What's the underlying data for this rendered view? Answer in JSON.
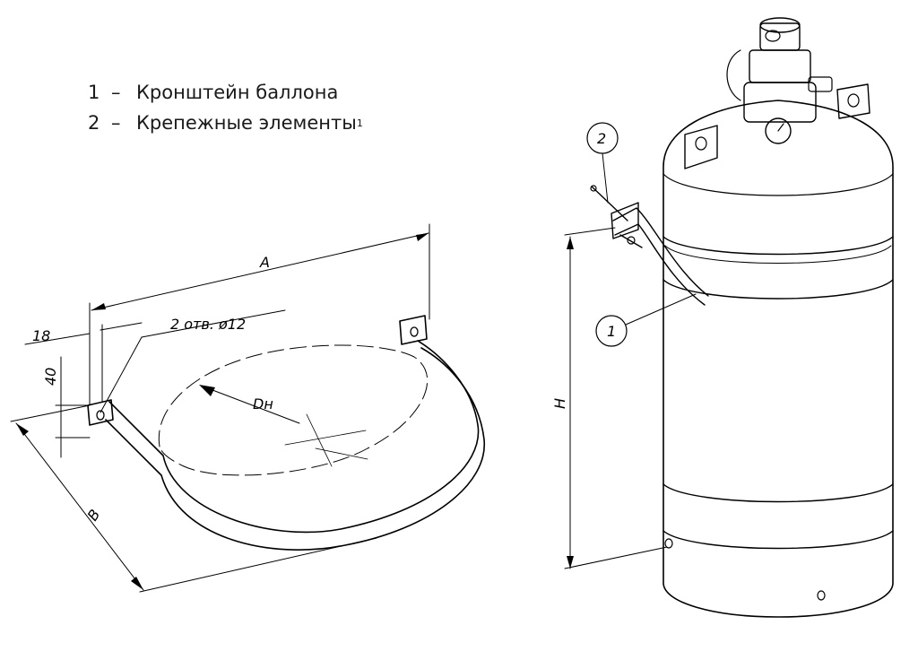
{
  "legend": [
    {
      "number": "1",
      "dash": "–",
      "text": "Кронштейн баллона",
      "superscript": ""
    },
    {
      "number": "2",
      "dash": "–",
      "text": "Крепежные элементы",
      "superscript": "1"
    }
  ],
  "dimensions": {
    "a": "A",
    "b": "B",
    "h": "H",
    "dn": "Dн",
    "d18": "18",
    "d40": "40",
    "holes": "2 отв. ø12"
  },
  "callouts": {
    "c1": "1",
    "c2": "2"
  }
}
